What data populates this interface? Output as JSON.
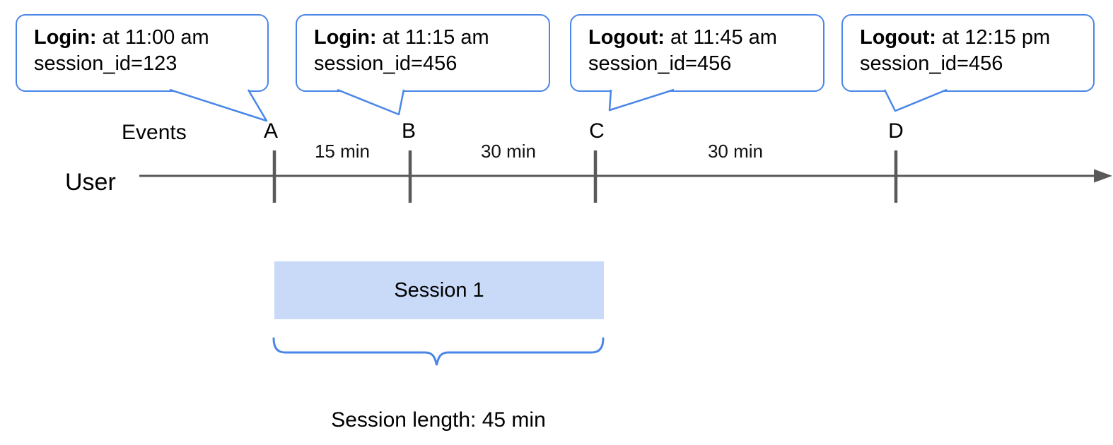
{
  "diagram": {
    "events_row_label": "Events",
    "timeline_label": "User",
    "events": [
      {
        "letter": "A",
        "callout": {
          "title": "Login:",
          "time": "at 11:00 am",
          "session": "session_id=123"
        }
      },
      {
        "letter": "B",
        "callout": {
          "title": "Login:",
          "time": "at 11:15 am",
          "session": "session_id=456"
        }
      },
      {
        "letter": "C",
        "callout": {
          "title": "Logout:",
          "time": "at 11:45 am",
          "session": "session_id=456"
        }
      },
      {
        "letter": "D",
        "callout": {
          "title": "Logout:",
          "time": "at 12:15 pm",
          "session": "session_id=456"
        }
      }
    ],
    "intervals": [
      "15 min",
      "30 min",
      "30 min"
    ],
    "session_bar_label": "Session 1",
    "session_length_caption": "Session length: 45 min",
    "colors": {
      "accent_blue": "#4a86e8",
      "session_bar_fill": "#c9daf8",
      "axis_gray": "#595959"
    }
  }
}
